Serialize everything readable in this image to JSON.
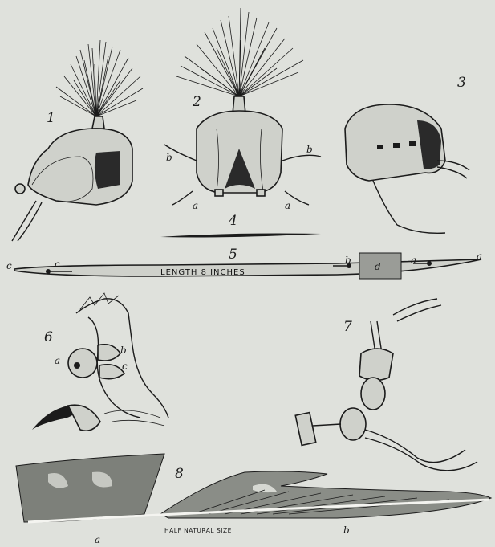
{
  "figures": {
    "fig1": {
      "number": "1"
    },
    "fig2": {
      "number": "2",
      "letters": [
        "b",
        "b",
        "a",
        "a"
      ]
    },
    "fig3": {
      "number": "3"
    },
    "fig4": {
      "number": "4"
    },
    "fig5": {
      "number": "5",
      "caption": "LENGTH 8 INCHES",
      "letters": [
        "c",
        "c",
        "b",
        "d",
        "a",
        "a"
      ]
    },
    "fig6": {
      "number": "6",
      "letters": [
        "a",
        "b",
        "c"
      ]
    },
    "fig7": {
      "number": "7"
    },
    "fig8": {
      "number": "8",
      "caption": "HALF NATURAL SIZE",
      "letters": [
        "a",
        "b"
      ]
    }
  },
  "colors": {
    "paper": "#dfe1dc",
    "ink": "#1b1b1b"
  }
}
